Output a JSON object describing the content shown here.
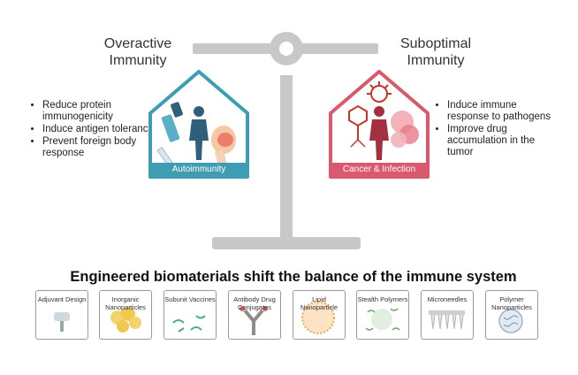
{
  "left": {
    "title_line1": "Overactive",
    "title_line2": "Immunity",
    "bullets": [
      "Reduce protein immunogenicity",
      "Induce antigen tolerance",
      "Prevent foreign body response"
    ],
    "house_label": "Autoimmunity",
    "color": "#3f9db3"
  },
  "right": {
    "title_line1": "Suboptimal",
    "title_line2": "Immunity",
    "bullets": [
      "Induce immune response to pathogens",
      "Improve drug accumulation in the tumor"
    ],
    "house_label": "Cancer & Infection",
    "color": "#d95a6c"
  },
  "headline": "Engineered biomaterials shift the balance of the immune system",
  "tiles": [
    {
      "label": "Adjuvant Design",
      "icon": "adjuvant-icon"
    },
    {
      "label": "Inorganic Nanoparticles",
      "icon": "nanoparticle-cluster-icon"
    },
    {
      "label": "Subunit Vaccines",
      "icon": "protein-fragments-icon"
    },
    {
      "label": "Antibody Drug Conjugates",
      "icon": "antibody-icon"
    },
    {
      "label": "Lipid Nanoparticle",
      "icon": "lipid-nanoparticle-icon"
    },
    {
      "label": "Stealth Polymers",
      "icon": "polymer-coated-particle-icon"
    },
    {
      "label": "Microneedles",
      "icon": "microneedle-patch-icon"
    },
    {
      "label": "Polymer Nanoparticles",
      "icon": "polymer-nanoparticle-icon"
    }
  ],
  "colors": {
    "scale": "#c8c8c8",
    "person": "#2f5f7a",
    "person_right": "#a3303e"
  }
}
